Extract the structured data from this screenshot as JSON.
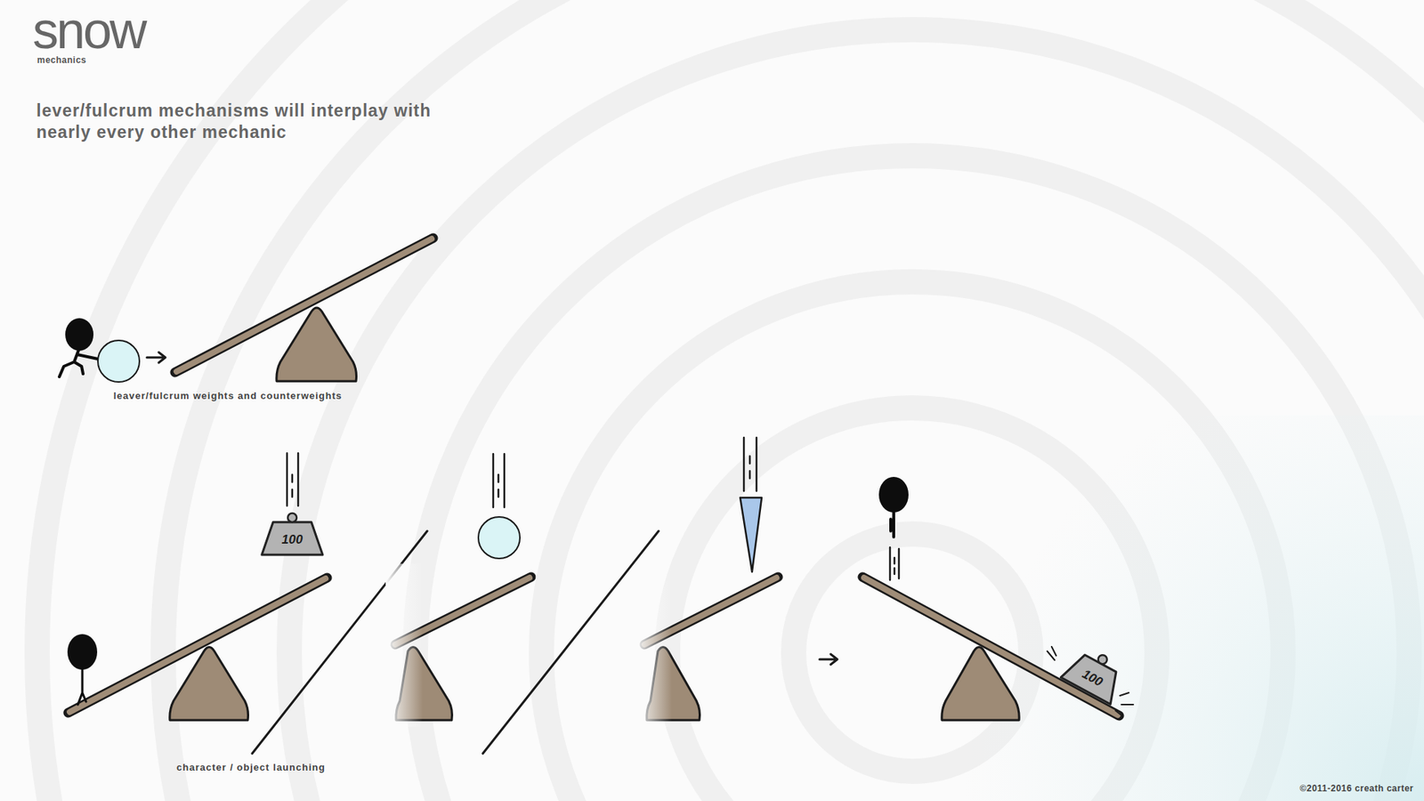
{
  "diagram": {
    "title": "lever/fulcrum mechanisms will interplay with nearly every other mechanic",
    "nodes": [
      {
        "text": [
          "100"
        ]
      },
      {
        "text": [
          "100"
        ]
      }
    ],
    "labels": [
      "snow",
      "mechanics",
      "leaver/fulcrum weights and counterweights",
      "character / object launching",
      "©2011-2016 creath carter"
    ]
  }
}
